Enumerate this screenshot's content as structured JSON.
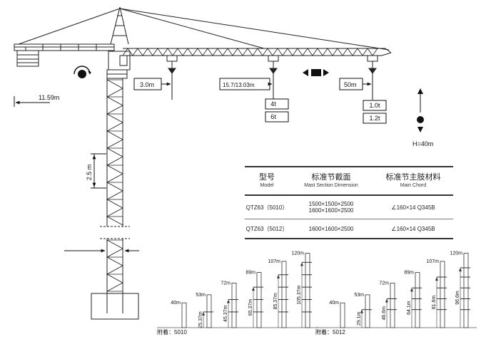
{
  "dims": {
    "jib_left": "11.59m",
    "trolley_min": "3.0m",
    "radius_mid": "15.7/13.03m",
    "radius_max": "50m",
    "load_mid_1": "4t",
    "load_mid_2": "6t",
    "load_tip_1": "1.0t",
    "load_tip_2": "1.2t",
    "section_height": "2.5 m",
    "hook_height": "H=40m"
  },
  "table": {
    "col1_zh": "型号",
    "col1_en": "Model",
    "col2_zh": "标准节截面",
    "col2_en": "Mast Section Dimension",
    "col3_zh": "标准节主肢材料",
    "col3_en": "Main Chord",
    "rows": [
      {
        "model": "QTZ63（5010）",
        "dim1": "1500×1500×2500",
        "dim2": "1600×1600×2500",
        "chord": "∠160×14  Q345B"
      },
      {
        "model": "QTZ63（5012）",
        "dim1": "1600×1600×2500",
        "dim2": "",
        "chord": "∠160×14  Q345B"
      }
    ]
  },
  "heights_5010": {
    "caption": "附着：5010",
    "tops": [
      "40m",
      "53m",
      "72m",
      "89m",
      "107m",
      "120m"
    ],
    "anchors": [
      "25.37m",
      "45.37m",
      "65.37m",
      "85.37m",
      "105.37m"
    ]
  },
  "heights_5012": {
    "caption": "附着：5012",
    "tops": [
      "40m",
      "53m",
      "72m",
      "89m",
      "107m",
      "120m"
    ],
    "anchors": [
      "29.1m",
      "46.6m",
      "64.1m",
      "81.6m",
      "96.6m"
    ]
  }
}
